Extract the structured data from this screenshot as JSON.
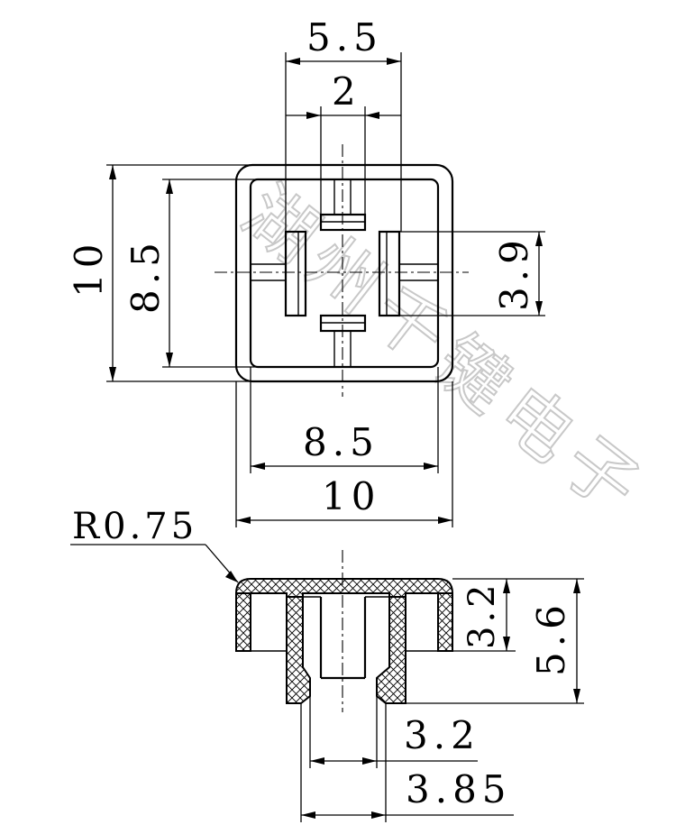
{
  "dimensions": {
    "top_width_outer": "5.5",
    "top_width_inner": "2",
    "left_height_outer": "10",
    "left_height_inner": "8.5",
    "right_height": "3.9",
    "bottom_width_inner": "8.5",
    "bottom_width_outer": "10",
    "corner_radius": "R0.75",
    "side_height_small": "3.2",
    "side_height_total": "5.6",
    "stem_width_inner": "3.2",
    "stem_width_outer": "3.85"
  },
  "watermark": {
    "chars": [
      "湖",
      "州",
      "千",
      "键",
      "电",
      "子"
    ]
  }
}
